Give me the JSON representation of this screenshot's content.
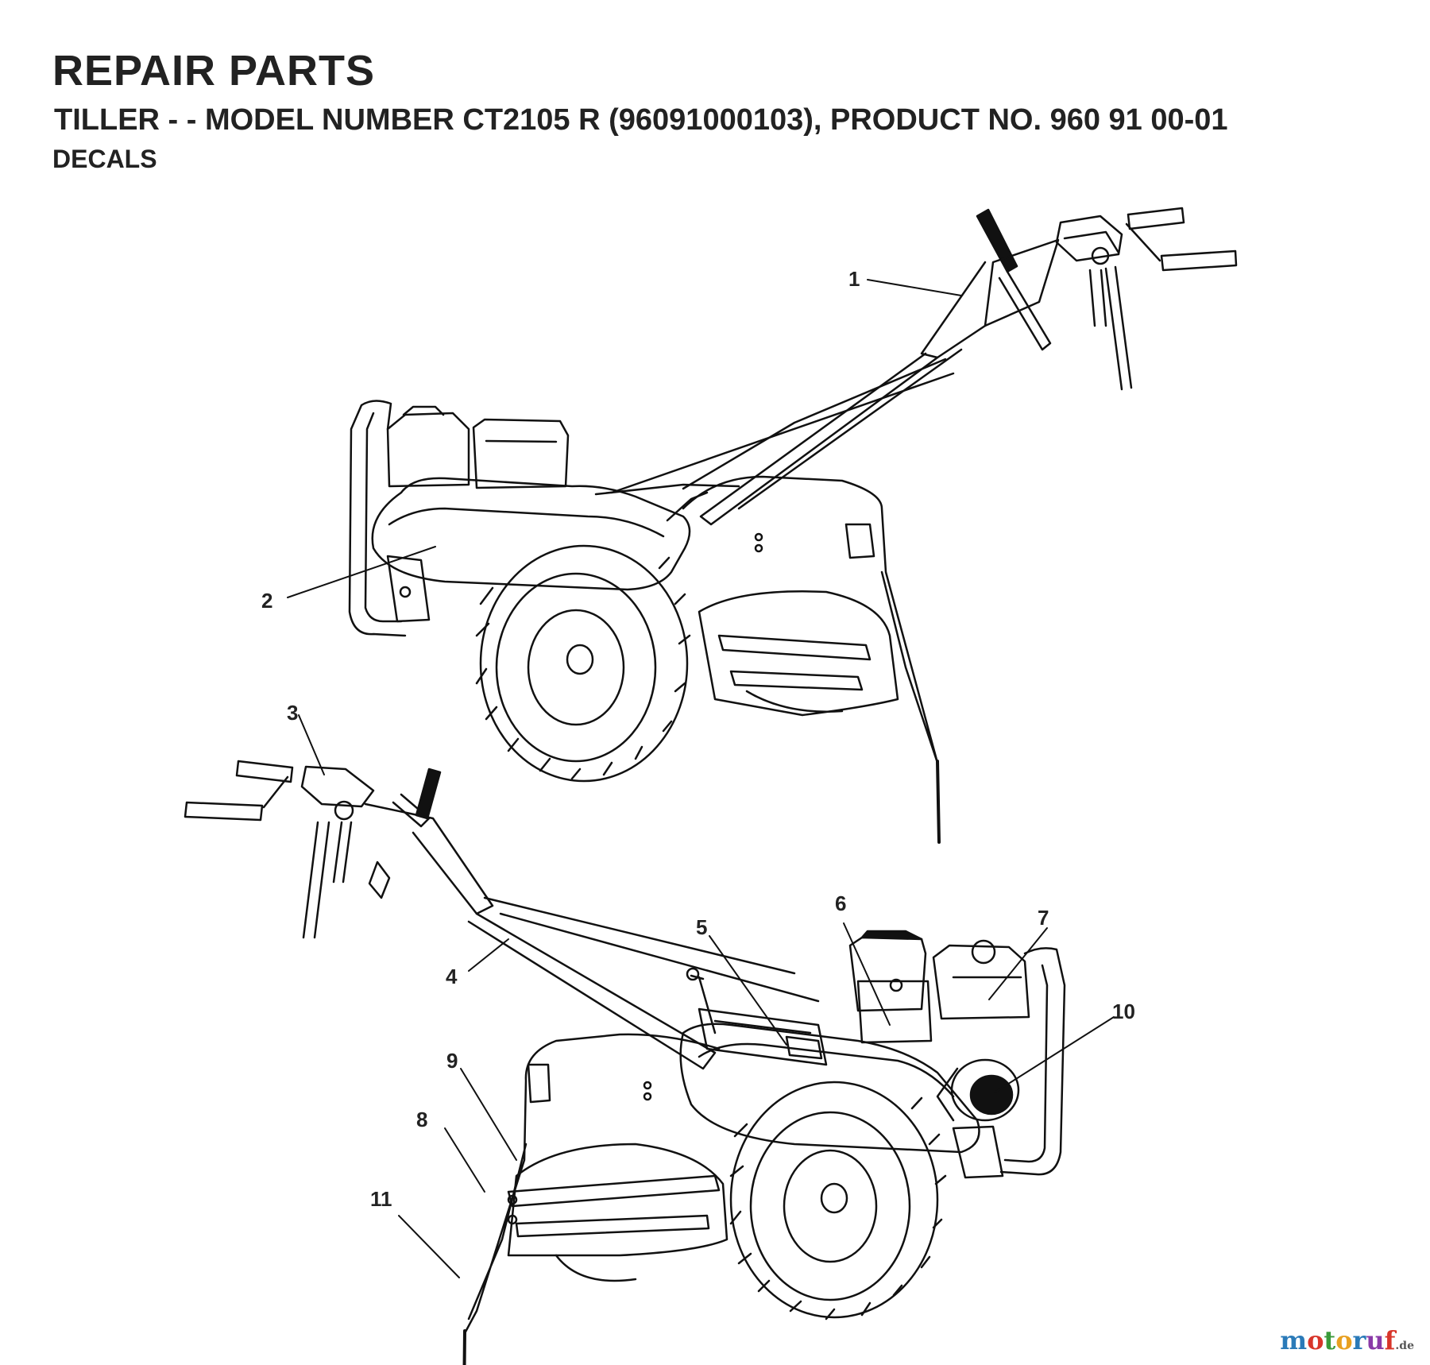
{
  "header": {
    "title": "REPAIR PARTS",
    "subtitle": "TILLER - - MODEL NUMBER CT2105 R (96091000103), PRODUCT NO. 960 91 00-01",
    "section": "DECALS"
  },
  "callouts": [
    "1",
    "2",
    "3",
    "4",
    "5",
    "6",
    "7",
    "8",
    "9",
    "10",
    "11"
  ],
  "watermark": {
    "name": "motoruf",
    "suffix": ".de",
    "colors": [
      "#2a7ab8",
      "#d8352a",
      "#3a9a3a",
      "#e8a020",
      "#2a7ab8",
      "#8a3aa8",
      "#d8352a"
    ]
  }
}
